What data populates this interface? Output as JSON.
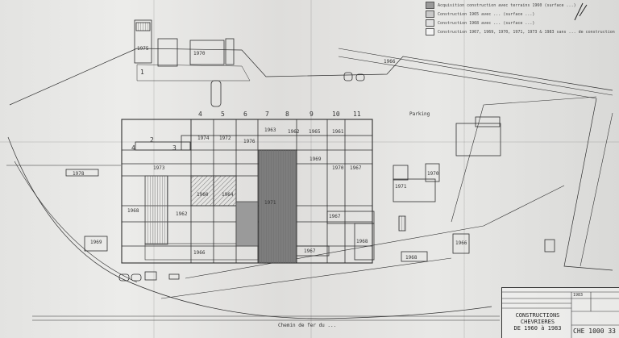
{
  "legend": {
    "items": [
      {
        "text": "Acquisition construction avec terrains 1960 (surface ...)",
        "fill": "#9a9a9a"
      },
      {
        "text": "Construction 1965 avec ... (surface ...)",
        "fill": "#c8c8c8"
      },
      {
        "text": "Construction 1968 avec ... (surface ...)",
        "fill": "#e0e0e0"
      },
      {
        "text": "Construction 1967, 1969, 1970, 1971, 1973 & 1983 sans ... de construction",
        "fill": "#f4f4f4"
      }
    ]
  },
  "column_numbers": [
    "4",
    "5",
    "6",
    "7",
    "8",
    "9",
    "10",
    "11"
  ],
  "row_numbers": [
    "1",
    "2",
    "3",
    "4"
  ],
  "block_labels": {
    "top_left": "1975",
    "top_center": "1970",
    "secondary": "1969",
    "west": "1978",
    "pump_a": "1971",
    "pump_b": "1970",
    "east_a": "1968",
    "east_b": "1966",
    "east_c": "1967",
    "east_d": "1968",
    "south_a": "1967",
    "south_b": "1966",
    "main_1": "1974",
    "main_2": "1972",
    "main_3": "1976",
    "main_4": "1963",
    "main_5": "1962",
    "main_6": "1965",
    "main_7": "1961",
    "main_8": "1969",
    "main_9": "1970",
    "main_10": "1967",
    "main_11": "1973",
    "main_12": "1960",
    "main_13": "1964",
    "main_14": "1971",
    "main_15": "1962",
    "main_16": "1968"
  },
  "misc_labels": {
    "road_label": "1966",
    "parking": "Parking",
    "road_note": "Chemin ...",
    "rail_note": "Chemin de fer du ..."
  },
  "title_block": {
    "title_line1": "CONSTRUCTIONS",
    "title_line2": "CHEVRIERES",
    "title_line3": "DE 1960 à 1983",
    "reference": "CHE 1000 33",
    "revision": "1983"
  },
  "colors": {
    "ink": "#2b2b2b",
    "paper": "#e6e6e4",
    "hatch": "#8a8a8a"
  }
}
